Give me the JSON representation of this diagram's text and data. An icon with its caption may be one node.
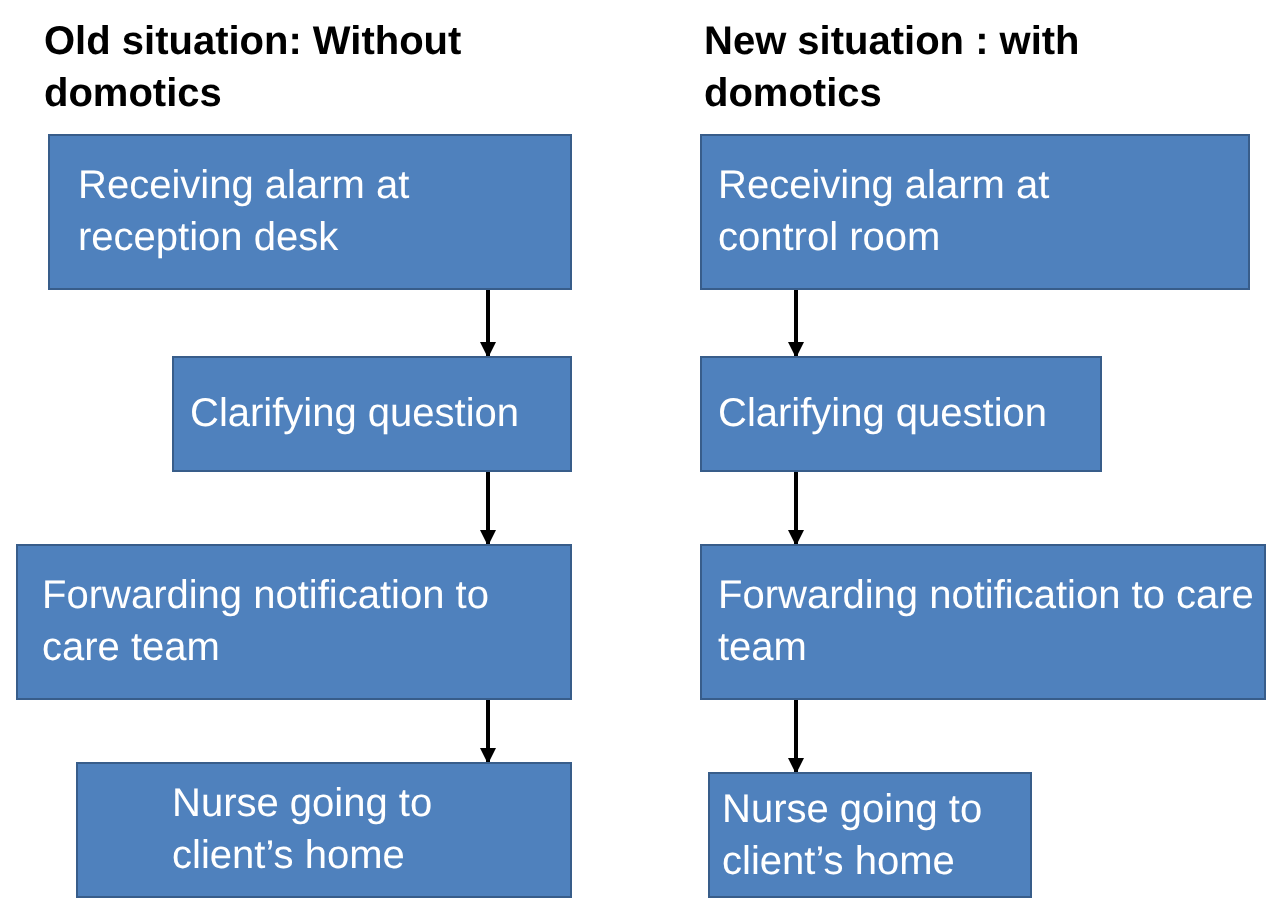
{
  "diagram": {
    "nodes": [
      {
        "text": [
          "Receiving alarm at reception desk"
        ]
      },
      {
        "text": [
          "Clarifying question"
        ]
      },
      {
        "text": [
          "Forwarding notification to care team"
        ]
      },
      {
        "text": [
          "Nurse going to client’s home"
        ]
      },
      {
        "text": [
          "Receiving alarm at control room"
        ]
      },
      {
        "text": [
          "Clarifying question"
        ]
      },
      {
        "text": [
          "Forwarding notification to care team"
        ]
      },
      {
        "text": [
          "Nurse going to client’s home"
        ]
      }
    ],
    "edges": [
      {
        "from": 0,
        "to": 1,
        "arrow": "to"
      },
      {
        "from": 1,
        "to": 2,
        "arrow": "to"
      },
      {
        "from": 2,
        "to": 3,
        "arrow": "to"
      },
      {
        "from": 4,
        "to": 5,
        "arrow": "to"
      },
      {
        "from": 5,
        "to": 6,
        "arrow": "to"
      },
      {
        "from": 6,
        "to": 7,
        "arrow": "to"
      }
    ],
    "labels": [
      "Old situation: Without domotics",
      "New situation : with domotics"
    ]
  }
}
